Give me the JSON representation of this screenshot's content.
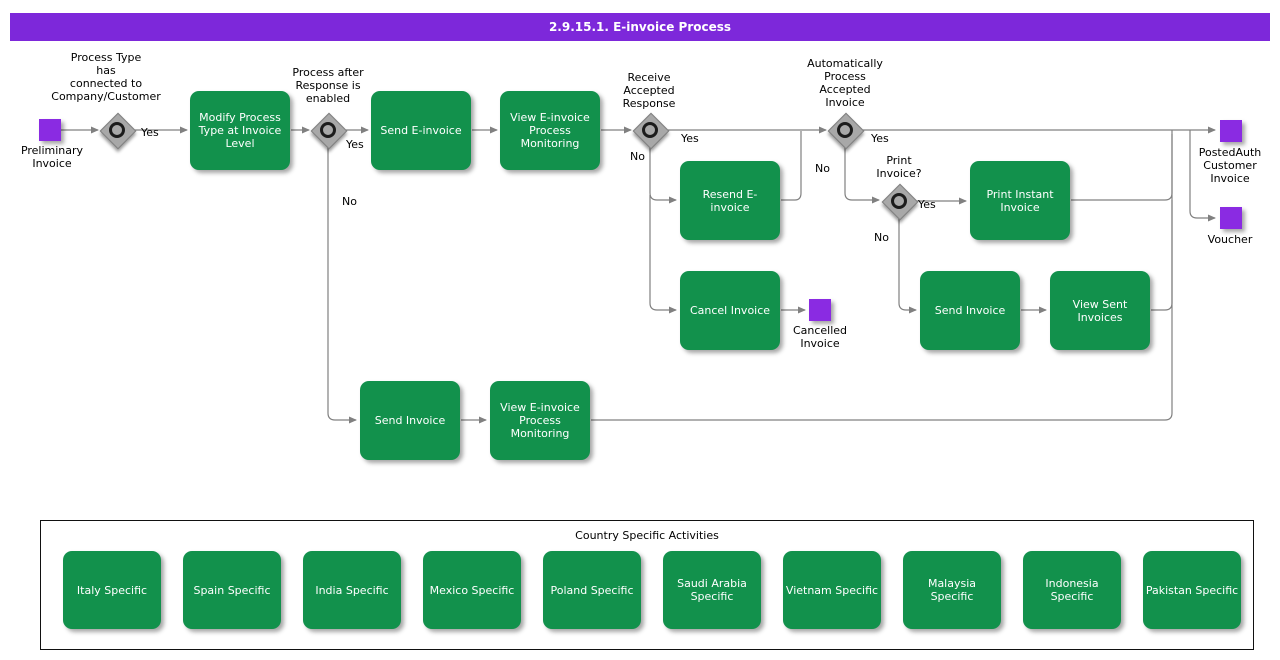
{
  "title": "2.9.15.1. E-invoice Process",
  "gateways": {
    "g1": {
      "label": "Process Type\nhas\nconnected to\nCompany/Customer"
    },
    "g2": {
      "label": "Process after\nResponse is\nenabled"
    },
    "g3": {
      "label": "Receive\nAccepted\nResponse"
    },
    "g4": {
      "label": "Automatically\nProcess\nAccepted\nInvoice"
    },
    "g5": {
      "label": "Print\nInvoice?"
    }
  },
  "edge_labels": {
    "g1_yes": "Yes",
    "g2_yes": "Yes",
    "g2_no": "No",
    "g3_yes": "Yes",
    "g3_no": "No",
    "g4_yes": "Yes",
    "g4_no": "No",
    "g5_yes": "Yes",
    "g5_no": "No"
  },
  "events": {
    "preliminary": {
      "label": "Preliminary\nInvoice"
    },
    "cancelled": {
      "label": "Cancelled\nInvoice"
    },
    "postedauth": {
      "label": "PostedAuth\nCustomer\nInvoice"
    },
    "voucher": {
      "label": "Voucher"
    }
  },
  "activities": {
    "modify": {
      "label": "Modify Process\nType at Invoice\nLevel"
    },
    "send_einvoice": {
      "label": "Send E-invoice"
    },
    "view_einvoice_top": {
      "label": "View E-invoice\nProcess\nMonitoring"
    },
    "resend": {
      "label": "Resend E-\ninvoice"
    },
    "cancel": {
      "label": "Cancel Invoice"
    },
    "print_instant": {
      "label": "Print Instant\nInvoice"
    },
    "send_invoice_mid": {
      "label": "Send Invoice"
    },
    "view_sent": {
      "label": "View Sent\nInvoices"
    },
    "send_invoice_bottom": {
      "label": "Send Invoice"
    },
    "view_einvoice_bottom": {
      "label": "View E-invoice\nProcess\nMonitoring"
    }
  },
  "country_panel": {
    "title": "Country Specific Activities",
    "items": [
      "Italy Specific",
      "Spain Specific",
      "India Specific",
      "Mexico Specific",
      "Poland Specific",
      "Saudi Arabia\nSpecific",
      "Vietnam Specific",
      "Malaysia\nSpecific",
      "Indonesia\nSpecific",
      "Pakistan Specific"
    ]
  },
  "colors": {
    "header_bar": "#7d28da",
    "activity_green": "#12914c",
    "event_purple": "#8a2be2",
    "connector_gray": "#808080"
  }
}
